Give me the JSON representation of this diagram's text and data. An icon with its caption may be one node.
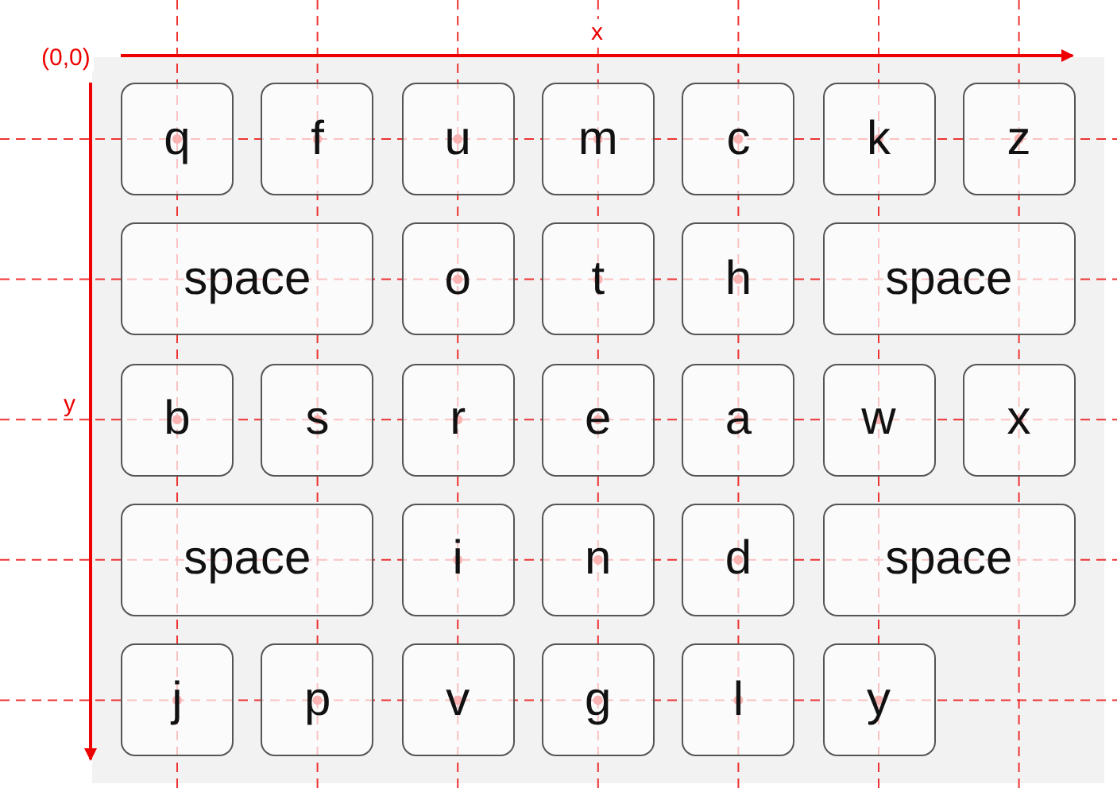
{
  "diagram": {
    "nodes": [
      {
        "text": [
          "q"
        ]
      },
      {
        "text": [
          "f"
        ]
      },
      {
        "text": [
          "u"
        ]
      },
      {
        "text": [
          "m"
        ]
      },
      {
        "text": [
          "c"
        ]
      },
      {
        "text": [
          "k"
        ]
      },
      {
        "text": [
          "z"
        ]
      },
      {
        "text": [
          "space"
        ]
      },
      {
        "text": [
          "o"
        ]
      },
      {
        "text": [
          "t"
        ]
      },
      {
        "text": [
          "h"
        ]
      },
      {
        "text": [
          "space"
        ]
      },
      {
        "text": [
          "b"
        ]
      },
      {
        "text": [
          "s"
        ]
      },
      {
        "text": [
          "r"
        ]
      },
      {
        "text": [
          "e"
        ]
      },
      {
        "text": [
          "a"
        ]
      },
      {
        "text": [
          "w"
        ]
      },
      {
        "text": [
          "x"
        ]
      },
      {
        "text": [
          "space"
        ]
      },
      {
        "text": [
          "i"
        ]
      },
      {
        "text": [
          "n"
        ]
      },
      {
        "text": [
          "d"
        ]
      },
      {
        "text": [
          "space"
        ]
      },
      {
        "text": [
          "j"
        ]
      },
      {
        "text": [
          "p"
        ]
      },
      {
        "text": [
          "v"
        ]
      },
      {
        "text": [
          "g"
        ]
      },
      {
        "text": [
          "l"
        ]
      },
      {
        "text": [
          "y"
        ]
      }
    ],
    "labels": [
      "(0,0)",
      "x",
      "y"
    ]
  }
}
